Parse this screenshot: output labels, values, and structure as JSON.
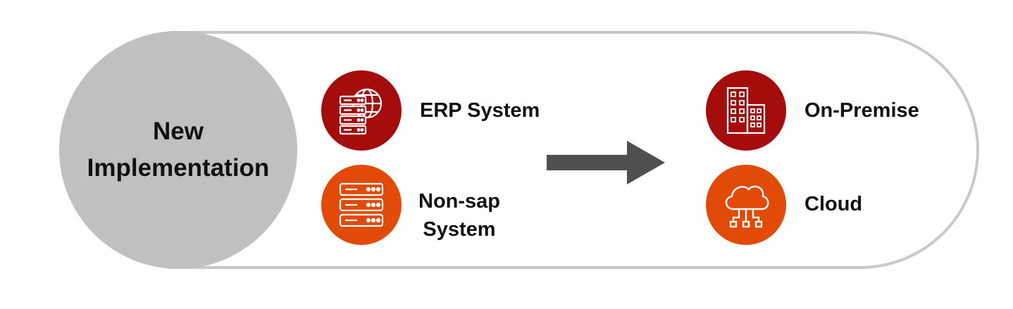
{
  "center": {
    "title_line1": "New",
    "title_line2": "Implementation"
  },
  "sources": [
    {
      "label": "ERP System",
      "icon": "server-globe-icon",
      "color": "#a50d0d"
    },
    {
      "label_line1": "Non-sap",
      "label_line2": "System",
      "icon": "server-stack-icon",
      "color": "#e24a07"
    }
  ],
  "targets": [
    {
      "label": "On-Premise",
      "icon": "buildings-icon",
      "color": "#a50d0d"
    },
    {
      "label": "Cloud",
      "icon": "cloud-network-icon",
      "color": "#e24a07"
    }
  ],
  "arrow": {
    "icon": "right-arrow-icon",
    "color": "#505050"
  },
  "colors": {
    "outline": "#c8c8c8",
    "center_fill": "#c0c0c0"
  }
}
